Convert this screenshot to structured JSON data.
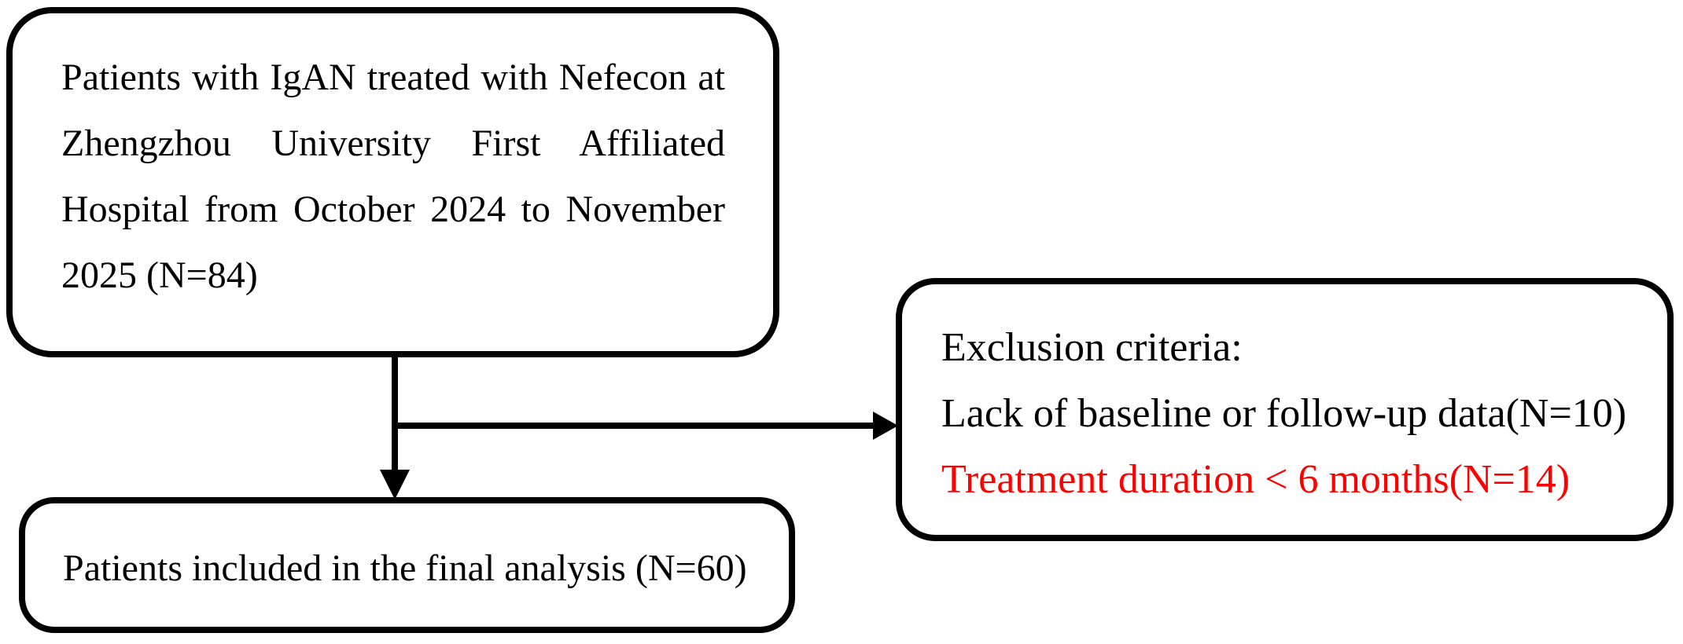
{
  "diagram": {
    "type": "flowchart",
    "background_color": "#ffffff",
    "line_color": "#000000",
    "red_color": "#ff0000",
    "boxes": {
      "cohort": {
        "lines": [
          "Patients with IgAN treated with Nefecon at",
          "Zhengzhou University First Affiliated",
          "Hospital from October 2024 to November",
          "2025 (N=84)"
        ],
        "n": 84
      },
      "exclusion": {
        "lines": [
          {
            "text": "Exclusion criteria:",
            "color": "#000000"
          },
          {
            "text": "Lack of baseline or follow-up data(N=10)",
            "color": "#000000",
            "n": 10
          },
          {
            "text": "Treatment duration < 6 months(N=14)",
            "color": "#ff0000",
            "n": 14
          }
        ]
      },
      "final": {
        "text": "Patients included in the final analysis (N=60)",
        "n": 60
      }
    },
    "arrows": [
      {
        "name": "down-arrow",
        "from": "cohort",
        "to": "final"
      },
      {
        "name": "right-arrow",
        "from": "cohort-final-connector",
        "to": "exclusion"
      }
    ]
  }
}
